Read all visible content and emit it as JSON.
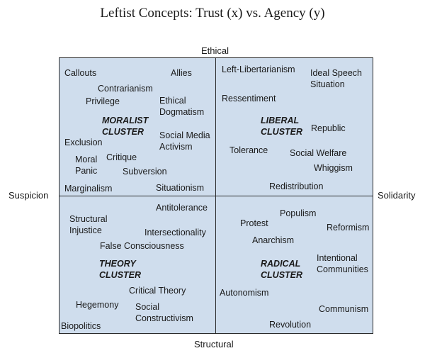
{
  "title": "Leftist Concepts: Trust (x) vs. Agency (y)",
  "axes": {
    "top": "Ethical",
    "bottom": "Structural",
    "left": "Suspicion",
    "right": "Solidarity"
  },
  "quadrants": {
    "top_left": {
      "cluster": "MORALIST\nCLUSTER",
      "items": [
        "Callouts",
        "Allies",
        "Contrarianism",
        "Privilege",
        "Ethical\nDogmatism",
        "Social Media\nActivism",
        "Exclusion",
        "Moral\nPanic",
        "Critique",
        "Subversion",
        "Marginalism",
        "Situationism"
      ]
    },
    "top_right": {
      "cluster": "LIBERAL\nCLUSTER",
      "items": [
        "Left-Libertarianism",
        "Ideal Speech\nSituation",
        "Ressentiment",
        "Republic",
        "Tolerance",
        "Social Welfare",
        "Whiggism",
        "Redistribution"
      ]
    },
    "bottom_left": {
      "cluster": "THEORY\nCLUSTER",
      "items": [
        "Antitolerance",
        "Structural\nInjustice",
        "Intersectionality",
        "False Consciousness",
        "Critical Theory",
        "Hegemony",
        "Social\nConstructivism",
        "Biopolitics"
      ]
    },
    "bottom_right": {
      "cluster": "RADICAL\nCLUSTER",
      "items": [
        "Populism",
        "Protest",
        "Reformism",
        "Anarchism",
        "Intentional\nCommunities",
        "Autonomism",
        "Communism",
        "Revolution"
      ]
    }
  }
}
